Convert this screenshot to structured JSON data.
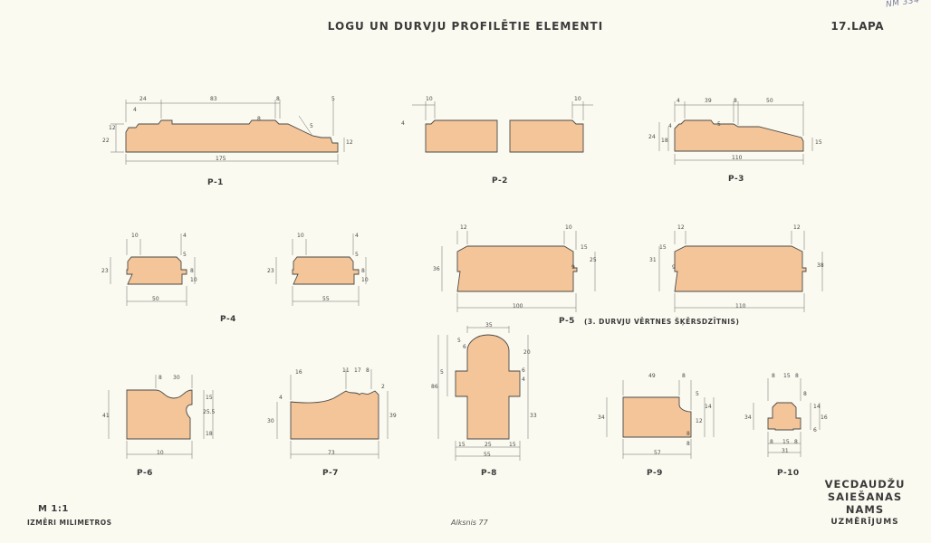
{
  "title": "LOGU UN DURVJU PROFILĒTIE ELEMENTI",
  "sheet_number": "17.LAPA",
  "archive_mark": "NM 334",
  "scale": "M 1:1",
  "units_note": "IZMĒRI MILIMETROS",
  "signature": "Alksnis 77",
  "project": {
    "line1": "VECDAUDŽU",
    "line2": "SAIEŠANAS",
    "line3": "NAMS",
    "line4": "UZMĒRĪJUMS"
  },
  "colors": {
    "wood_fill": "#f4c598",
    "paper": "#fbfaf0",
    "ink": "#3a3a3a"
  },
  "profiles": {
    "p1": {
      "label": "P-1",
      "dims": [
        "24",
        "83",
        "8",
        "5",
        "175",
        "12",
        "22",
        "4",
        "8",
        "12",
        "5"
      ]
    },
    "p2": {
      "label": "P-2",
      "dims": [
        "10",
        "10",
        "4"
      ]
    },
    "p3": {
      "label": "P-3",
      "dims": [
        "4",
        "39",
        "8",
        "50",
        "110",
        "24",
        "18",
        "15",
        "5",
        "4"
      ]
    },
    "p4": {
      "label": "P-4",
      "dims": [
        "10",
        "4",
        "50",
        "23",
        "8",
        "10",
        "5"
      ]
    },
    "p4b": {
      "dims": [
        "10",
        "4",
        "55",
        "23",
        "8",
        "10",
        "5"
      ]
    },
    "p5": {
      "label": "P-5",
      "note": "(3. DURVJU VĒRTNES ŠĶĒRSDZĪTNIS)",
      "dims": [
        "12",
        "10",
        "100",
        "36",
        "25",
        "15",
        "9",
        "12",
        "12",
        "110",
        "31",
        "38",
        "15",
        "9"
      ]
    },
    "p6": {
      "label": "P-6",
      "dims": [
        "8",
        "30",
        "41",
        "15",
        "25.5",
        "18",
        "10"
      ]
    },
    "p7": {
      "label": "P-7",
      "dims": [
        "16",
        "11",
        "17",
        "8",
        "73",
        "30",
        "39",
        "2",
        "4"
      ]
    },
    "p8": {
      "label": "P-8",
      "dims": [
        "35",
        "5",
        "6",
        "20",
        "86",
        "5",
        "15",
        "25",
        "15",
        "55",
        "33",
        "6",
        "4"
      ]
    },
    "p9": {
      "label": "P-9",
      "dims": [
        "49",
        "8",
        "34",
        "57",
        "8",
        "12",
        "5",
        "14",
        "8"
      ]
    },
    "p10": {
      "label": "P-10",
      "dims": [
        "8",
        "15",
        "8",
        "34",
        "8",
        "15",
        "8",
        "31",
        "8",
        "14",
        "16",
        "6"
      ]
    }
  }
}
